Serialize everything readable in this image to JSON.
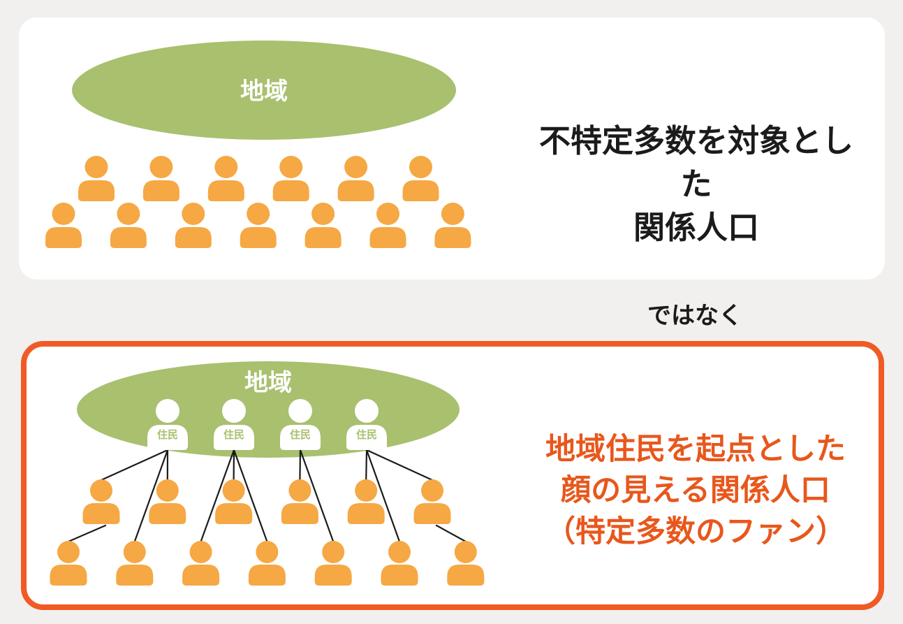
{
  "colors": {
    "page_bg": "#f1f0ee",
    "panel_bg": "#ffffff",
    "green": "#a9c06f",
    "person_orange": "#f5a843",
    "border_orange": "#f05a25",
    "caption_orange": "#e8571c",
    "caption_black": "#1b1b1b",
    "line_black": "#1b1b1b",
    "white": "#ffffff"
  },
  "top_panel": {
    "region_label": "地域",
    "caption_lines": [
      "不特定多数を対象とした",
      "関係人口"
    ],
    "crowd_rows": [
      6,
      7
    ]
  },
  "divider_label": "ではなく",
  "bottom_panel": {
    "region_label": "地域",
    "resident_label": "住民",
    "residents": 4,
    "caption_lines": [
      "地域住民を起点とした",
      "顔の見える関係人口",
      "（特定多数のファン）"
    ],
    "crowd_rows": [
      6,
      7
    ],
    "connections": [
      {
        "from": "r1",
        "to": "m1"
      },
      {
        "from": "r1",
        "to": "m2"
      },
      {
        "from": "r1",
        "to": "b2"
      },
      {
        "from": "r2",
        "to": "m3"
      },
      {
        "from": "r2",
        "to": "b3"
      },
      {
        "from": "r2",
        "to": "b4"
      },
      {
        "from": "r3",
        "to": "m4"
      },
      {
        "from": "r3",
        "to": "b5"
      },
      {
        "from": "r4",
        "to": "m5"
      },
      {
        "from": "r4",
        "to": "m6"
      },
      {
        "from": "r4",
        "to": "b6"
      },
      {
        "from": "m1",
        "to": "b1"
      },
      {
        "from": "m6",
        "to": "b7"
      }
    ]
  }
}
